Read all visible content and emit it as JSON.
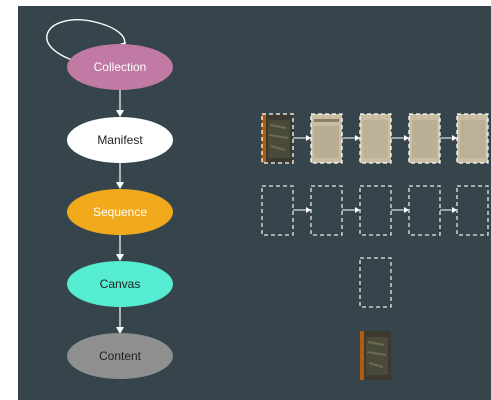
{
  "diagram": {
    "background": "#36454c",
    "nodes": [
      {
        "id": "collection",
        "label": "Collection",
        "fill": "#c07aa3",
        "text": "#ffffff"
      },
      {
        "id": "manifest",
        "label": "Manifest",
        "fill": "#ffffff",
        "text": "#222222"
      },
      {
        "id": "sequence",
        "label": "Sequence",
        "fill": "#f1aa1b",
        "text": "#ffffff"
      },
      {
        "id": "canvas",
        "label": "Canvas",
        "fill": "#55ecd1",
        "text": "#222222"
      },
      {
        "id": "content",
        "label": "Content",
        "fill": "#8f8f8f",
        "text": "#222222"
      }
    ],
    "edge_color": "#ffffff",
    "placeholder_color": "#e8e8e8",
    "page_tone": "#c9bda4",
    "cover_tone": "#3b3a2e"
  }
}
